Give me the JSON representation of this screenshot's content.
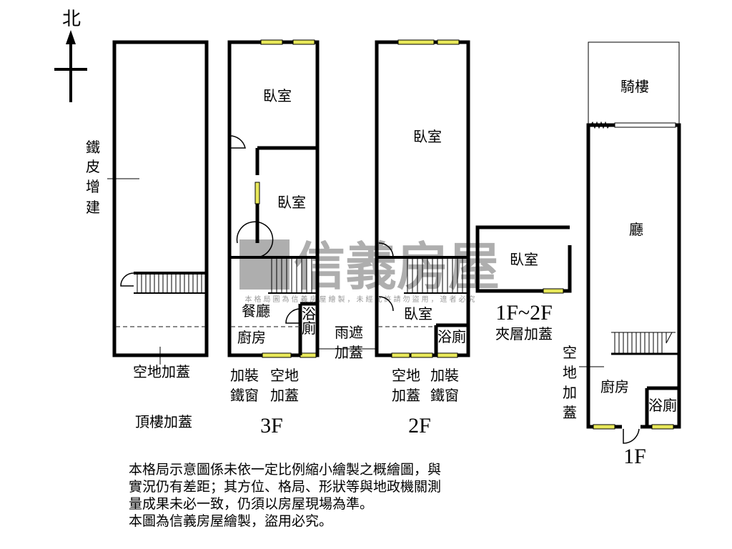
{
  "compass": {
    "north": "北"
  },
  "watermark": {
    "brand": "信義房屋",
    "notice": "本格局圖為信義房屋繪製，未經允許請勿盜用，違者必究"
  },
  "roof": {
    "annex_chars": [
      "鐵",
      "皮",
      "增",
      "建"
    ],
    "open_space": "空地加蓋",
    "label": "頂樓加蓋"
  },
  "f3": {
    "bedroom1": "臥室",
    "bedroom2": "臥室",
    "dining": "餐廳",
    "bath": [
      "浴",
      "廁"
    ],
    "kitchen": "廚房",
    "iron_window": [
      "加裝",
      "鐵窗"
    ],
    "open_space": [
      "空地",
      "加蓋"
    ],
    "label": "3F"
  },
  "canopy": [
    "雨遮",
    "加蓋"
  ],
  "f2": {
    "bedroom1": "臥室",
    "bedroom2": "臥室",
    "bath": "浴廁",
    "open_space": [
      "空地",
      "加蓋"
    ],
    "iron_window": [
      "加裝",
      "鐵窗"
    ],
    "label": "2F"
  },
  "mezz": {
    "bedroom": "臥室",
    "label": "1F~2F",
    "sub": "夾層加蓋"
  },
  "f1": {
    "arcade": "騎樓",
    "hall": "廳",
    "kitchen": "廚房",
    "bath": "浴廁",
    "open_space_chars": [
      "空",
      "地",
      "加",
      "蓋"
    ],
    "label": "1F"
  },
  "note": {
    "lines": [
      "本格局示意圖係未依一定比例縮小繪製之概繪圖，與",
      "實況仍有差距；其方位、格局、形狀等與地政機關測",
      "量成果未必一致，仍須以房屋現場為準。",
      "本圖為信義房屋繪製，盜用必究。"
    ]
  }
}
